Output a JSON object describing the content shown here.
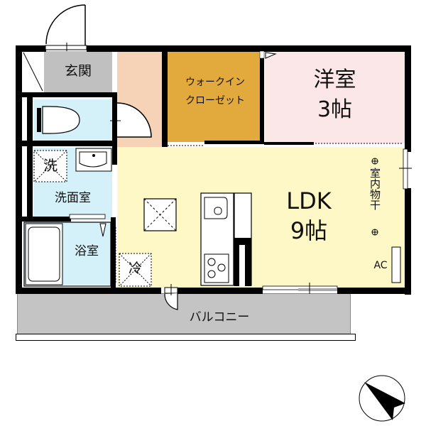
{
  "plan": {
    "rooms": {
      "entrance": {
        "label": "玄関",
        "color": "#c0c0c0"
      },
      "corridor": {
        "label": "",
        "color": "#f6d3b7"
      },
      "walk_in_closet": {
        "label_line1": "ウォークイン",
        "label_line2": "クローゼット",
        "color": "#e2a93d"
      },
      "western_room": {
        "label": "洋室",
        "size": "3帖",
        "color": "#fbe7e8"
      },
      "toilet": {
        "label": "",
        "color": "#d4f0f8"
      },
      "washroom": {
        "label": "洗面室",
        "color": "#d4f0f8"
      },
      "bathroom": {
        "label": "浴室",
        "color": "#d4f0f8"
      },
      "ldk": {
        "label": "LDK",
        "size": "9帖",
        "color": "#fdf8c6"
      },
      "balcony": {
        "label": "バルコニー",
        "color": "#c4c4c4"
      }
    },
    "fixtures": {
      "washing_machine": "洗",
      "refrigerator": "冷",
      "indoor_drying": "室内物干",
      "air_conditioner": "AC"
    },
    "icons": {
      "compass": "north-arrow-icon"
    }
  }
}
